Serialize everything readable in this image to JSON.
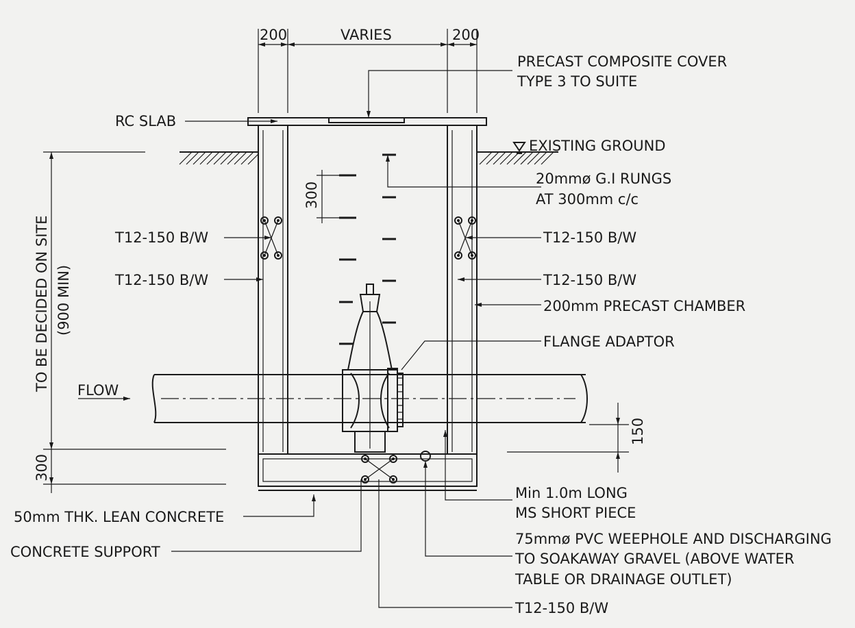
{
  "dimensions": {
    "wall_left": "200",
    "varies": "VARIES",
    "wall_right": "200",
    "rung_spacing": "300",
    "base_thickness": "300",
    "pipe_clearance": "150"
  },
  "labels": {
    "cover_line1": "PRECAST COMPOSITE COVER",
    "cover_line2": "TYPE 3 TO SUITE",
    "rc_slab": "RC SLAB",
    "existing_ground": "EXISTING GROUND",
    "rungs_line1": "20mmø G.I RUNGS",
    "rungs_line2": "AT 300mm c/c",
    "rebar_left_1": "T12-150 B/W",
    "rebar_left_2": "T12-150 B/W",
    "rebar_right_1": "T12-150 B/W",
    "rebar_right_2": "T12-150 B/W",
    "chamber": "200mm PRECAST CHAMBER",
    "flange_adaptor": "FLANGE ADAPTOR",
    "flow": "FLOW",
    "depth_line1": "TO BE DECIDED ON SITE",
    "depth_line2": "(900 MIN)",
    "lean_concrete": "50mm THK. LEAN CONCRETE",
    "concrete_support": "CONCRETE SUPPORT",
    "short_piece_line1": "Min 1.0m LONG",
    "short_piece_line2": "MS SHORT PIECE",
    "weephole_line1": "75mmø PVC WEEPHOLE AND DISCHARGING",
    "weephole_line2": "TO SOAKAWAY GRAVEL  (ABOVE WATER",
    "weephole_line3": "TABLE OR DRAINAGE OUTLET)",
    "rebar_base": "T12-150 B/W"
  }
}
